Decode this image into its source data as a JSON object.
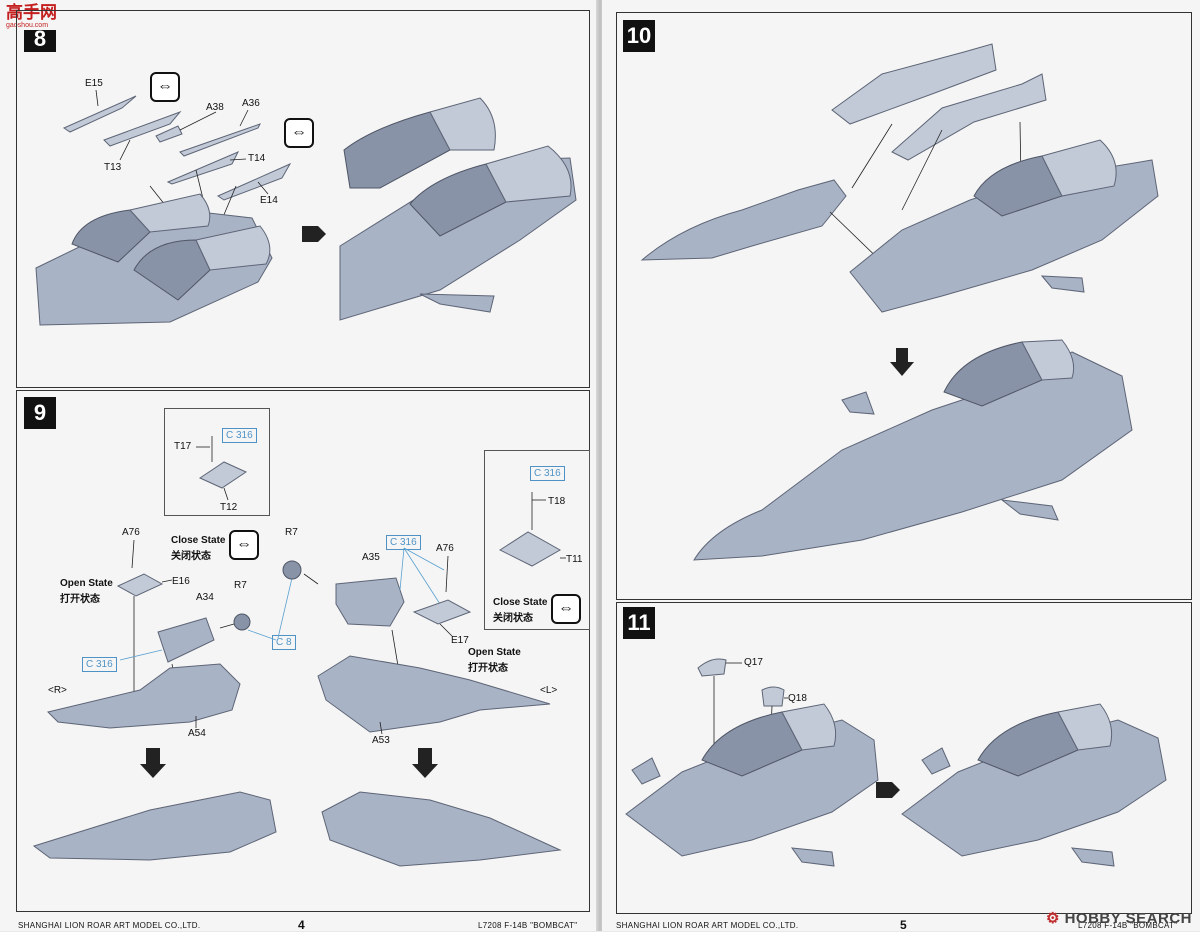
{
  "logo_cn": {
    "text": "高手网",
    "sub": "gaoshou.com"
  },
  "left_page": {
    "step8": {
      "number": "8"
    },
    "step8_parts": {
      "E15": "E15",
      "A38": "A38",
      "A36": "A36",
      "T13": "T13",
      "T14": "T14",
      "E14": "E14"
    },
    "step9": {
      "number": "9"
    },
    "step9_parts": {
      "T17": "T17",
      "C316a": "C 316",
      "T12": "T12",
      "A76a": "A76",
      "E16": "E16",
      "R7a": "R7",
      "A34": "A34",
      "C8": "C 8",
      "C316b": "C 316",
      "R7b": "R7",
      "A35": "A35",
      "C316c": "C 316",
      "A76b": "A76",
      "E17": "E17",
      "C316d": "C 316",
      "T18": "T18",
      "T11": "T11",
      "A54": "A54",
      "A53": "A53",
      "R": "<R>",
      "L": "<L>"
    },
    "states": {
      "close_en_a": "Close State",
      "close_cn_a": "关闭状态",
      "open_en_a": "Open State",
      "open_cn_a": "打开状态",
      "close_en_b": "Close State",
      "close_cn_b": "关闭状态",
      "open_en_b": "Open State",
      "open_cn_b": "打开状态"
    },
    "footer": "SHANGHAI LION ROAR ART MODEL CO.,LTD.",
    "page_number": "4",
    "kit": "L7208   F-14B   \"BOMBCAT\""
  },
  "right_page": {
    "step10": {
      "number": "10"
    },
    "step11": {
      "number": "11"
    },
    "step11_parts": {
      "Q17": "Q17",
      "Q18": "Q18"
    },
    "footer": "SHANGHAI LION ROAR ART MODEL CO.,LTD.",
    "page_number": "5",
    "kit": "L7208   F-14B   \"BOMBCAT\""
  },
  "watermark": {
    "text": "HOBBY SEARCH",
    "gear": "⚙"
  },
  "icons": {
    "bidirectional": "⇔"
  }
}
